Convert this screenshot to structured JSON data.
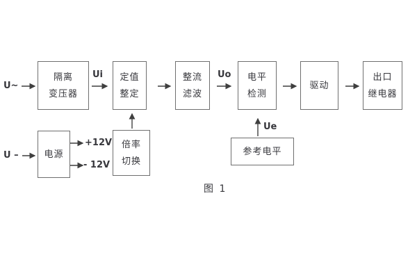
{
  "figure": {
    "caption": "图 1",
    "colors": {
      "background": "#ffffff",
      "box_border": "#6e6e6e",
      "line": "#3f3f3f",
      "text": "#37373c"
    },
    "blocks": {
      "isolation_transformer": {
        "line1": "隔离",
        "line2": "变压器"
      },
      "setting_adjust": {
        "line1": "定值",
        "line2": "整定"
      },
      "rectifier_filter": {
        "line1": "整流",
        "line2": "滤波"
      },
      "level_detect": {
        "line1": "电平",
        "line2": "检测"
      },
      "driver": {
        "line1": "驱动"
      },
      "output_relay": {
        "line1": "出口",
        "line2": "继电器"
      },
      "power_supply": {
        "line1": "电源"
      },
      "ratio_switch": {
        "line1": "倍率",
        "line2": "切换"
      },
      "reference_level": {
        "line1": "参考电平"
      }
    },
    "labels": {
      "input_ac": "U~",
      "input_dc": "U –",
      "ui": "Ui",
      "uo": "Uo",
      "ue": "Ue",
      "plus_12v": "+12V",
      "minus_12v": "- 12V"
    }
  }
}
